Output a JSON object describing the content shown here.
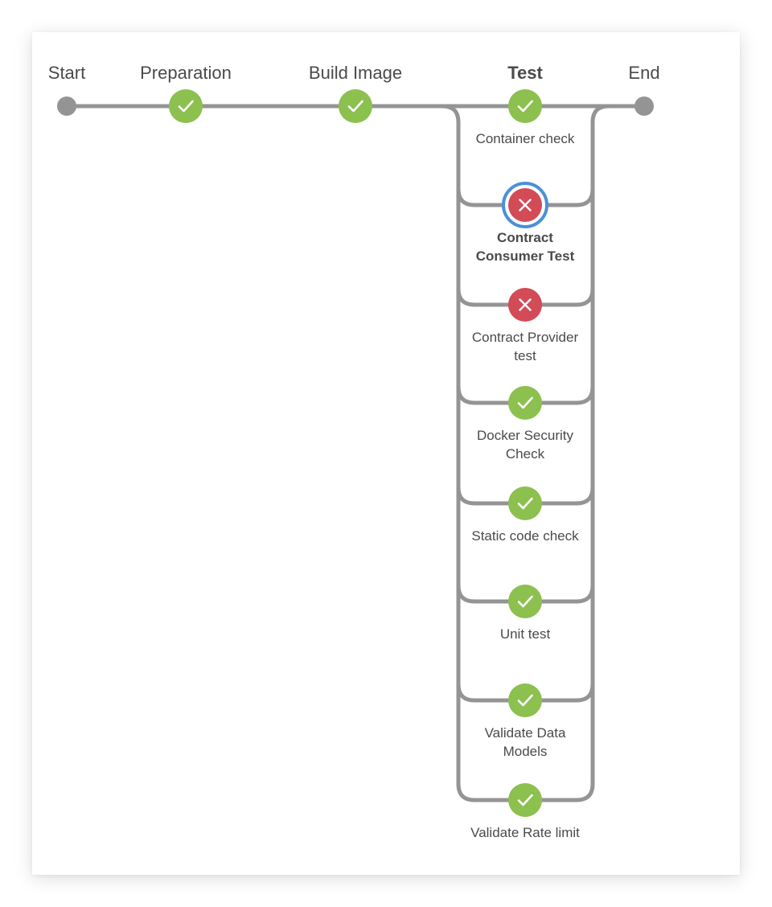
{
  "colors": {
    "success": "#8cc04f",
    "failure": "#d24b57",
    "selected_ring": "#4a90d9",
    "track": "#949494"
  },
  "stages": [
    {
      "label": "Start",
      "type": "terminal"
    },
    {
      "label": "Preparation",
      "status": "success"
    },
    {
      "label": "Build Image",
      "status": "success"
    },
    {
      "label": "Test",
      "status": "parallel",
      "selected": true
    },
    {
      "label": "End",
      "type": "terminal"
    }
  ],
  "test_branches": [
    {
      "label_lines": [
        "Container check"
      ],
      "status": "success",
      "selected": false
    },
    {
      "label_lines": [
        "Contract",
        "Consumer Test"
      ],
      "status": "failure",
      "selected": true
    },
    {
      "label_lines": [
        "Contract Provider",
        "test"
      ],
      "status": "failure",
      "selected": false
    },
    {
      "label_lines": [
        "Docker Security",
        "Check"
      ],
      "status": "success",
      "selected": false
    },
    {
      "label_lines": [
        "Static code check"
      ],
      "status": "success",
      "selected": false
    },
    {
      "label_lines": [
        "Unit test"
      ],
      "status": "success",
      "selected": false
    },
    {
      "label_lines": [
        "Validate Data",
        "Models"
      ],
      "status": "success",
      "selected": false
    },
    {
      "label_lines": [
        "Validate Rate limit"
      ],
      "status": "success",
      "selected": false
    }
  ],
  "icons": {
    "success": "check-icon",
    "failure": "cross-icon",
    "terminal": "terminal-dot-icon"
  }
}
